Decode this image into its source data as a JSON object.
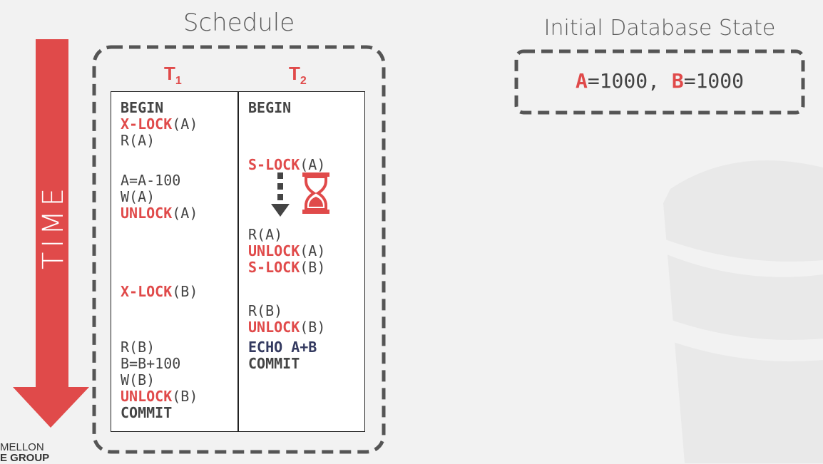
{
  "time_label": "TIME",
  "schedule_title": "Schedule",
  "t1_label": "T",
  "t1_sub": "1",
  "t2_label": "T",
  "t2_sub": "2",
  "t1_lines": [
    {
      "parts": [
        {
          "t": "BEGIN",
          "c": "kw"
        }
      ]
    },
    {
      "parts": [
        {
          "t": "X-LOCK",
          "c": "lock"
        },
        {
          "t": "(A)",
          "c": ""
        }
      ]
    },
    {
      "parts": [
        {
          "t": "R(A)",
          "c": ""
        }
      ]
    },
    {
      "parts": [
        {
          "t": "A=A-100",
          "c": ""
        }
      ]
    },
    {
      "parts": [
        {
          "t": "W(A)",
          "c": ""
        }
      ]
    },
    {
      "parts": [
        {
          "t": "UNLOCK",
          "c": "lock"
        },
        {
          "t": "(A)",
          "c": ""
        }
      ]
    },
    {
      "parts": [
        {
          "t": "X-LOCK",
          "c": "lock"
        },
        {
          "t": "(B)",
          "c": ""
        }
      ]
    },
    {
      "parts": [
        {
          "t": "R(B)",
          "c": ""
        }
      ]
    },
    {
      "parts": [
        {
          "t": "B=B+100",
          "c": ""
        }
      ]
    },
    {
      "parts": [
        {
          "t": "W(B)",
          "c": ""
        }
      ]
    },
    {
      "parts": [
        {
          "t": "UNLOCK",
          "c": "lock"
        },
        {
          "t": "(B)",
          "c": ""
        }
      ]
    },
    {
      "parts": [
        {
          "t": "COMMIT",
          "c": "kw"
        }
      ]
    }
  ],
  "t2_lines": [
    {
      "parts": [
        {
          "t": "BEGIN",
          "c": "kw"
        }
      ]
    },
    {
      "parts": [
        {
          "t": "S-LOCK",
          "c": "lock"
        },
        {
          "t": "(A)",
          "c": ""
        }
      ]
    },
    {
      "parts": [
        {
          "t": "R(A)",
          "c": ""
        }
      ]
    },
    {
      "parts": [
        {
          "t": "UNLOCK",
          "c": "lock"
        },
        {
          "t": "(A)",
          "c": ""
        }
      ]
    },
    {
      "parts": [
        {
          "t": "S-LOCK",
          "c": "lock"
        },
        {
          "t": "(B)",
          "c": ""
        }
      ]
    },
    {
      "parts": [
        {
          "t": "R(B)",
          "c": ""
        }
      ]
    },
    {
      "parts": [
        {
          "t": "UNLOCK",
          "c": "lock"
        },
        {
          "t": "(B)",
          "c": ""
        }
      ]
    },
    {
      "parts": [
        {
          "t": "ECHO A+B",
          "c": "echo"
        }
      ]
    },
    {
      "parts": [
        {
          "t": "COMMIT",
          "c": "kw"
        }
      ]
    }
  ],
  "initial_state": {
    "title": "Initial Database State",
    "var_a": "A",
    "val_a": "=1000, ",
    "var_b": "B",
    "val_b": "=1000"
  },
  "footer": {
    "line1": "MELLON",
    "line2": "E GROUP"
  },
  "icons": {
    "wait": "hourglass-icon",
    "arrow": "dashed-down-arrow-icon"
  },
  "colors": {
    "accent": "#e04a4a",
    "text": "#444444",
    "echo": "#343a60",
    "dash": "#555555"
  }
}
